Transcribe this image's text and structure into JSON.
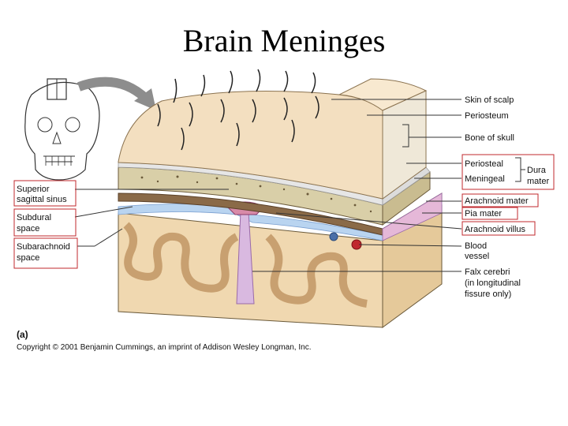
{
  "title": "Brain Meninges",
  "labels_right": {
    "skin_of_scalp": "Skin of scalp",
    "periosteum": "Periosteum",
    "bone_of_skull": "Bone of skull",
    "periosteal": "Periosteal",
    "meningeal": "Meningeal",
    "dura_mater_line1": "Dura",
    "dura_mater_line2": "mater",
    "arachnoid_mater": "Arachnoid mater",
    "pia_mater": "Pia mater",
    "arachnoid_villus": "Arachnoid villus",
    "blood_vessel_line1": "Blood",
    "blood_vessel_line2": "vessel",
    "falx_line1": "Falx cerebri",
    "falx_line2": "(in longitudinal",
    "falx_line3": "fissure only)"
  },
  "labels_left": {
    "superior_line1": "Superior",
    "superior_line2": "sagittal sinus",
    "subdural_line1": "Subdural",
    "subdural_line2": "space",
    "subarachnoid_line1": "Subarachnoid",
    "subarachnoid_line2": "space"
  },
  "figure_label": "(a)",
  "copyright": "Copyright © 2001 Benjamin Cummings, an imprint of Addison Wesley Longman, Inc.",
  "colors": {
    "scalp": "#f3dfc0",
    "bone": "#e8dcb0",
    "periosteum": "#e6e6e6",
    "dura": "#d9c7e8",
    "arachnoid": "#b9d4f0",
    "brain": "#f0d8b0",
    "highlight_box": "#c0282e"
  }
}
